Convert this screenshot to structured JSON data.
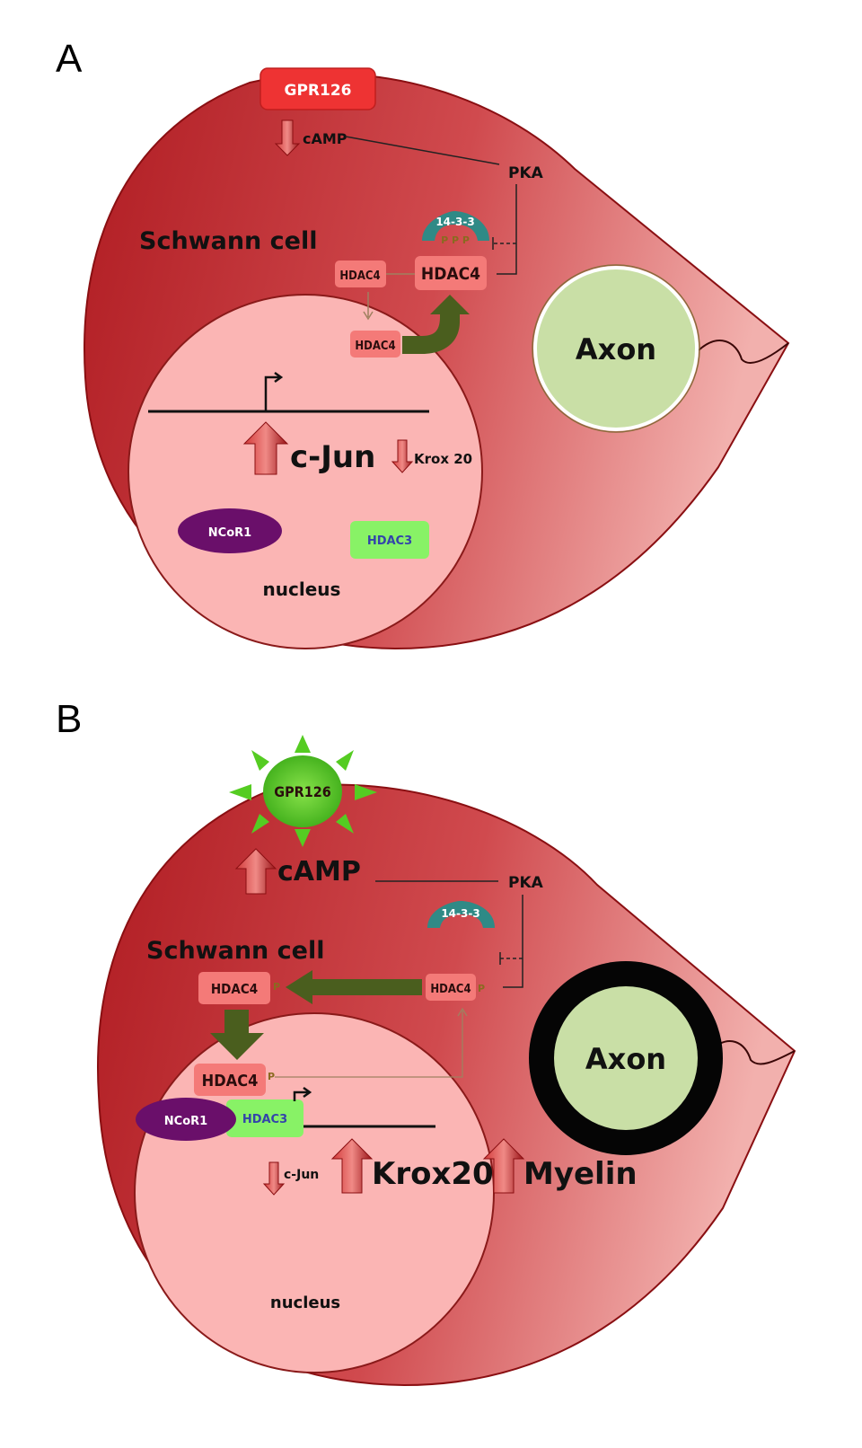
{
  "panel_a": {
    "letter": "A",
    "receptor": "GPR126",
    "camp": "cAMP",
    "pka": "PKA",
    "cell": "Schwann cell",
    "adaptor": "14-3-3",
    "phospho": "P P P",
    "hdac4_cyto_small": "HDAC4",
    "hdac4_cyto_big": "HDAC4",
    "hdac4_nuclear": "HDAC4",
    "axon": "Axon",
    "cjun": "c-Jun",
    "krox": "Krox 20",
    "ncor": "NCoR1",
    "hdac3": "HDAC3",
    "nucleus": "nucleus"
  },
  "panel_b": {
    "letter": "B",
    "receptor": "GPR126",
    "camp": "cAMP",
    "pka": "PKA",
    "cell": "Schwann cell",
    "adaptor": "14-3-3",
    "hdac4_cyto_left": "HDAC4",
    "hdac4_cyto_right": "HDAC4",
    "phospho": "P",
    "hdac4_nuclear": "HDAC4",
    "ncor": "NCoR1",
    "hdac3": "HDAC3",
    "axon": "Axon",
    "cjun": "c-Jun",
    "krox": "Krox20",
    "myelin": "Myelin",
    "nucleus": "nucleus"
  },
  "colors": {
    "cell": "#c0282b",
    "nucleus": "#fbb5b4",
    "axon": "#c9dfa6",
    "receptor_a": "#ee3333",
    "receptor_b": "#55cc22",
    "adaptor": "#2f8a86",
    "hdac4_box": "#f47a78",
    "hdac3_box": "#88f266",
    "ncor": "#6a0f6a",
    "flux_arrow": "#4a5e1e",
    "updown_arrow": "#b01e22"
  }
}
